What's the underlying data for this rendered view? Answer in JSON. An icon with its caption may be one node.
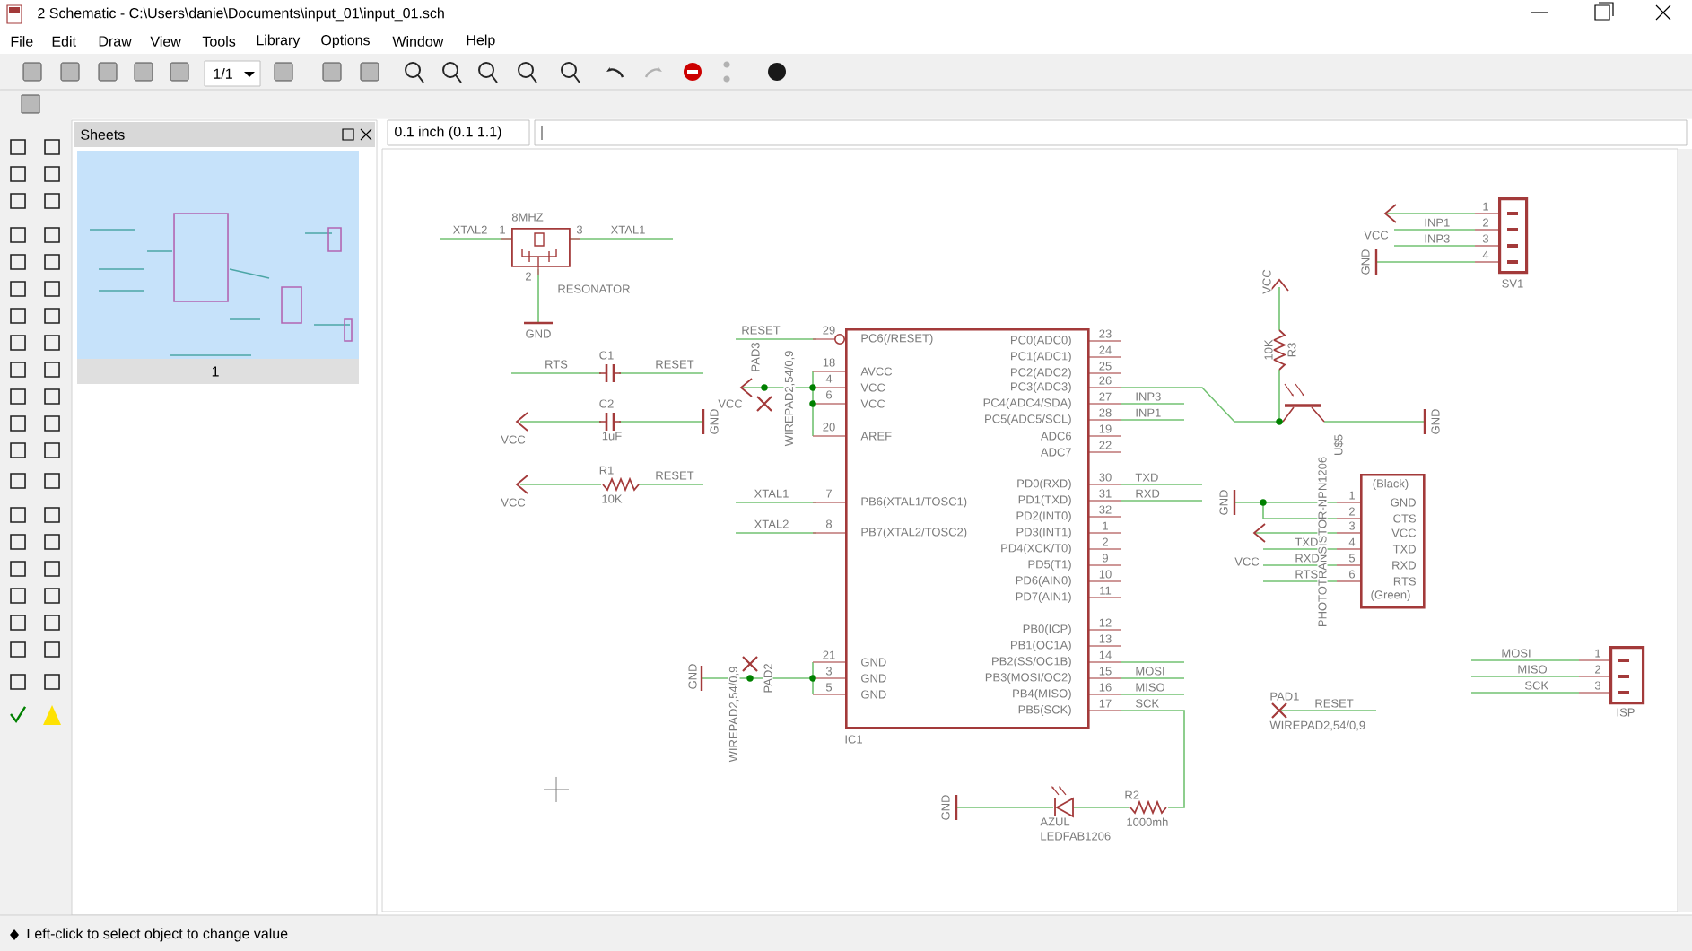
{
  "diagram": {
    "nodes": [
      {
        "text": [],
        "shape": "box",
        "beside": [
          "8MHZ",
          "RESONATOR"
        ]
      },
      {
        "text": [
          "PC6(/RESET)",
          "AVCC",
          "VCC",
          "VCC",
          "AREF",
          "PB6(XTAL1/TOSC1)",
          "PB7(XTAL2/TOSC2)",
          "GND",
          "GND",
          "GND",
          "PC0(ADC0)",
          "PC1(ADC1)",
          "PC2(ADC2)",
          "PC3(ADC3)",
          "PC4(ADC4/SDA)",
          "PC5(ADC5/SCL)",
          "ADC6",
          "ADC7",
          "PD0(RXD)",
          "PD1(TXD)",
          "PD2(INT0)",
          "PD3(INT1)",
          "PD4(XCK/T0)",
          "PD5(T1)",
          "PD6(AIN0)",
          "PD7(AIN1)",
          "PB0(ICP)",
          "PB1(OC1A)",
          "PB2(SS/OC1B)",
          "PB3(MOSI/OC2)",
          "PB4(MISO)",
          "PB5(SCK)"
        ],
        "beside": [
          "IC1"
        ]
      },
      {
        "text": [],
        "shape": "box",
        "beside": [
          "SV1"
        ]
      },
      {
        "text": [
          "(Black)",
          "GND",
          "CTS",
          "VCC",
          "TXD",
          "RXD",
          "RTS",
          "(Green)"
        ]
      },
      {
        "text": [],
        "shape": "box",
        "beside": [
          "ISP"
        ]
      }
    ],
    "labels": [
      "2 Schematic - C:\\Users\\danie\\Documents\\input_01\\input_01.sch",
      "File",
      "Edit",
      "Draw",
      "View",
      "Tools",
      "Library",
      "Options",
      "Window",
      "Help",
      "1/1",
      "Sheets",
      "1",
      "0.1 inch (0.1 1.1)",
      "Left-click to select object to change value",
      "GND",
      "XTAL2",
      "1",
      "3",
      "XTAL1",
      "2",
      "RTS",
      "C1",
      "RESET",
      "C2",
      "VCC",
      "1uF",
      "GND",
      "R1",
      "RESET",
      "VCC",
      "10K",
      "RESET",
      "29",
      "WIREPAD2,54/0,9",
      "PAD3",
      "VCC",
      "18",
      "4",
      "6",
      "20",
      "XTAL1",
      "7",
      "XTAL2",
      "8",
      "GND",
      "WIREPAD2,54/0,9",
      "PAD2",
      "21",
      "3",
      "5",
      "23",
      "24",
      "25",
      "26",
      "27",
      "28",
      "19",
      "22",
      "30",
      "31",
      "32",
      "1",
      "2",
      "9",
      "10",
      "11",
      "12",
      "13",
      "14",
      "15",
      "16",
      "17",
      "INP3",
      "INP1",
      "TXD",
      "RXD",
      "MOSI",
      "MISO",
      "SCK",
      "VCC",
      "10K",
      "R3",
      "PHOTOTRANSISTOR-NPN1206",
      "U$5",
      "GND",
      "1",
      "2",
      "3",
      "4",
      "INP1",
      "INP3",
      "VCC",
      "GND",
      "GND",
      "VCC",
      "TXD",
      "RXD",
      "RTS",
      "1",
      "2",
      "3",
      "4",
      "5",
      "6",
      "MOSI",
      "MISO",
      "SCK",
      "1",
      "2",
      "3",
      "PAD1",
      "RESET",
      "WIREPAD2,54/0,9",
      "GND",
      "R2",
      "AZUL",
      "LEDFAB1206",
      "1000mh"
    ]
  }
}
